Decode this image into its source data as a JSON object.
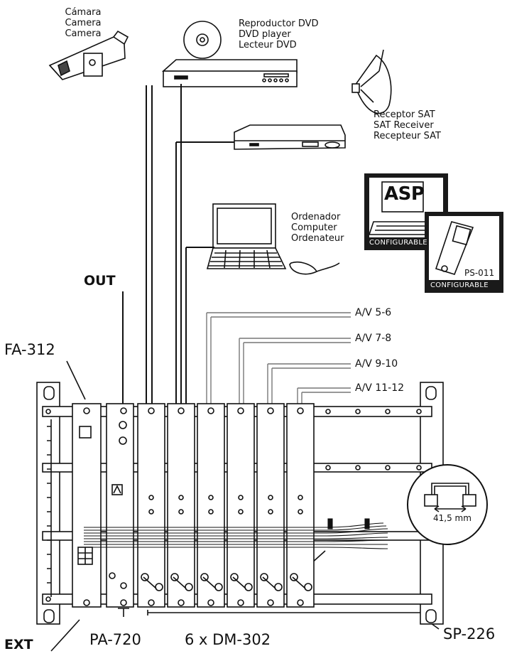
{
  "devices": {
    "camera": [
      "Cámara",
      "Camera",
      "Camera"
    ],
    "dvd": [
      "Reproductor DVD",
      "DVD player",
      "Lecteur DVD"
    ],
    "sat": [
      "Receptor SAT",
      "SAT Receiver",
      "Recepteur SAT"
    ],
    "computer": [
      "Ordenador",
      "Computer",
      "Ordenateur"
    ]
  },
  "config": {
    "asp_logo": "ASP",
    "badge_label": "CONFIGURABLE",
    "ps_model": "PS-011"
  },
  "labels": {
    "out": "OUT",
    "ext": "EXT",
    "fa": "FA-312",
    "pa": "PA-720",
    "dm": "6 x DM-302",
    "sp": "SP-226",
    "dimension": "41,5 mm"
  },
  "av_channels": [
    "A/V 5-6",
    "A/V 7-8",
    "A/V 9-10",
    "A/V 11-12"
  ]
}
